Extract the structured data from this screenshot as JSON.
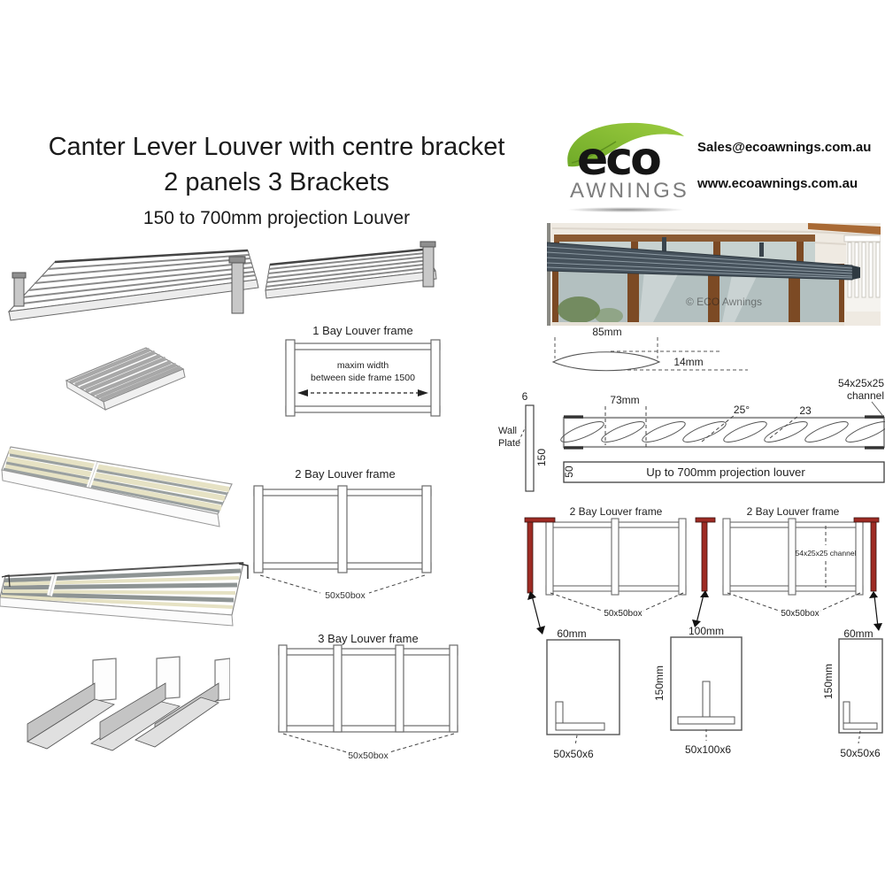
{
  "header": {
    "title_line1": "Canter Lever Louver with centre bracket",
    "title_line2": "2 panels 3 Brackets",
    "subtitle": "150 to 700mm projection  Louver"
  },
  "brand": {
    "name": "eco",
    "subname": "AWNINGS",
    "email": "Sales@ecoawnings.com.au",
    "website": "www.ecoawnings.com.au"
  },
  "photo": {
    "watermark": "© ECO Awnings"
  },
  "blade_profile": {
    "width": "85mm",
    "thickness": "14mm"
  },
  "cross_section": {
    "plate_thickness": "6",
    "wall_line1": "Wall",
    "wall_line2": "Plate",
    "plate_height": "150",
    "blade_pitch": "73mm",
    "blade_angle": "25°",
    "dim_23": "23",
    "channel_line1": "54x25x25",
    "channel_line2": "channel",
    "beam_depth": "50",
    "projection": "Up to 700mm projection  louver"
  },
  "frames": {
    "bay1_title": "1 Bay Louver frame",
    "bay1_note1": "maxim width",
    "bay1_note2": "between side frame 1500",
    "bay2_title": "2 Bay Louver frame",
    "bay3_title": "3 Bay Louver frame",
    "box_label": "50x50box",
    "channel_label": "54x25x25 channel"
  },
  "bracket_details": {
    "b1": {
      "width": "60mm",
      "profile": "50x50x6"
    },
    "b2": {
      "width": "100mm",
      "height": "150mm",
      "profile": "50x100x6"
    },
    "b3": {
      "width": "60mm",
      "height": "150mm",
      "profile": "50x50x6"
    }
  },
  "colors": {
    "accent_red": "#9e2b24",
    "leaf_green": "#8dc63f",
    "logo_gray": "#7e7e7e",
    "diagram_line": "#3f3f3f"
  }
}
